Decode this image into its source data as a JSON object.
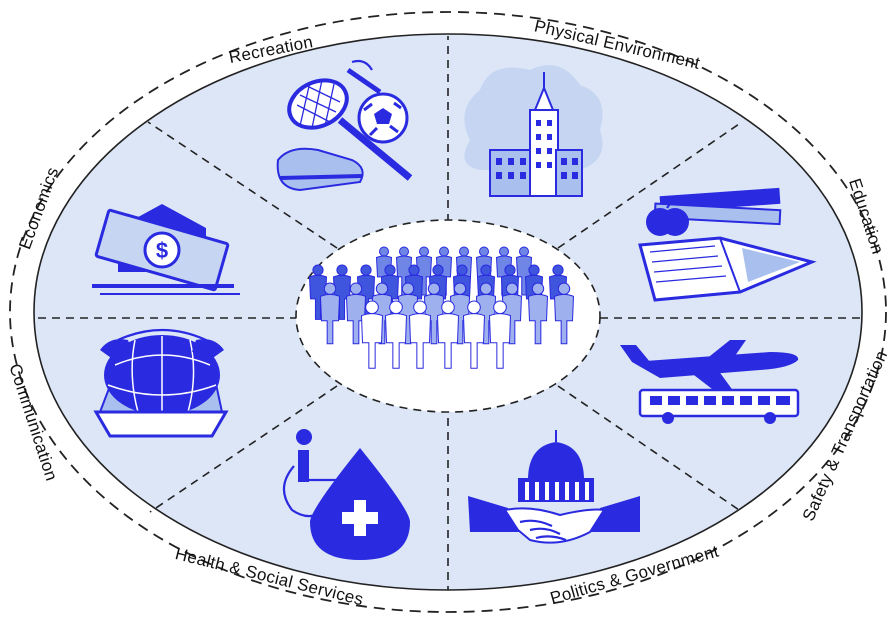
{
  "sectors": [
    {
      "id": "recreation",
      "label": "Recreation",
      "icon": "sports-equipment-icon"
    },
    {
      "id": "physical-environment",
      "label": "Physical Environment",
      "icon": "city-buildings-icon"
    },
    {
      "id": "education",
      "label": "Education",
      "icon": "books-apple-icon"
    },
    {
      "id": "safety-transportation",
      "label": "Safety & Transportation",
      "icon": "airplane-bus-icon"
    },
    {
      "id": "politics-government",
      "label": "Politics & Government",
      "icon": "capitol-handshake-icon"
    },
    {
      "id": "health-social-services",
      "label": "Health & Social Services",
      "icon": "wheelchair-medical-icon"
    },
    {
      "id": "communication",
      "label": "Communication",
      "icon": "telephone-globe-icon"
    },
    {
      "id": "economics",
      "label": "Economics",
      "icon": "dollar-bank-icon"
    }
  ],
  "center": {
    "icon": "community-people-icon"
  },
  "colors": {
    "primary": "#2a2ae0",
    "light": "#a9c0ee",
    "background": "#dce6f7",
    "center": "#ffffff",
    "dash": "#222222"
  }
}
